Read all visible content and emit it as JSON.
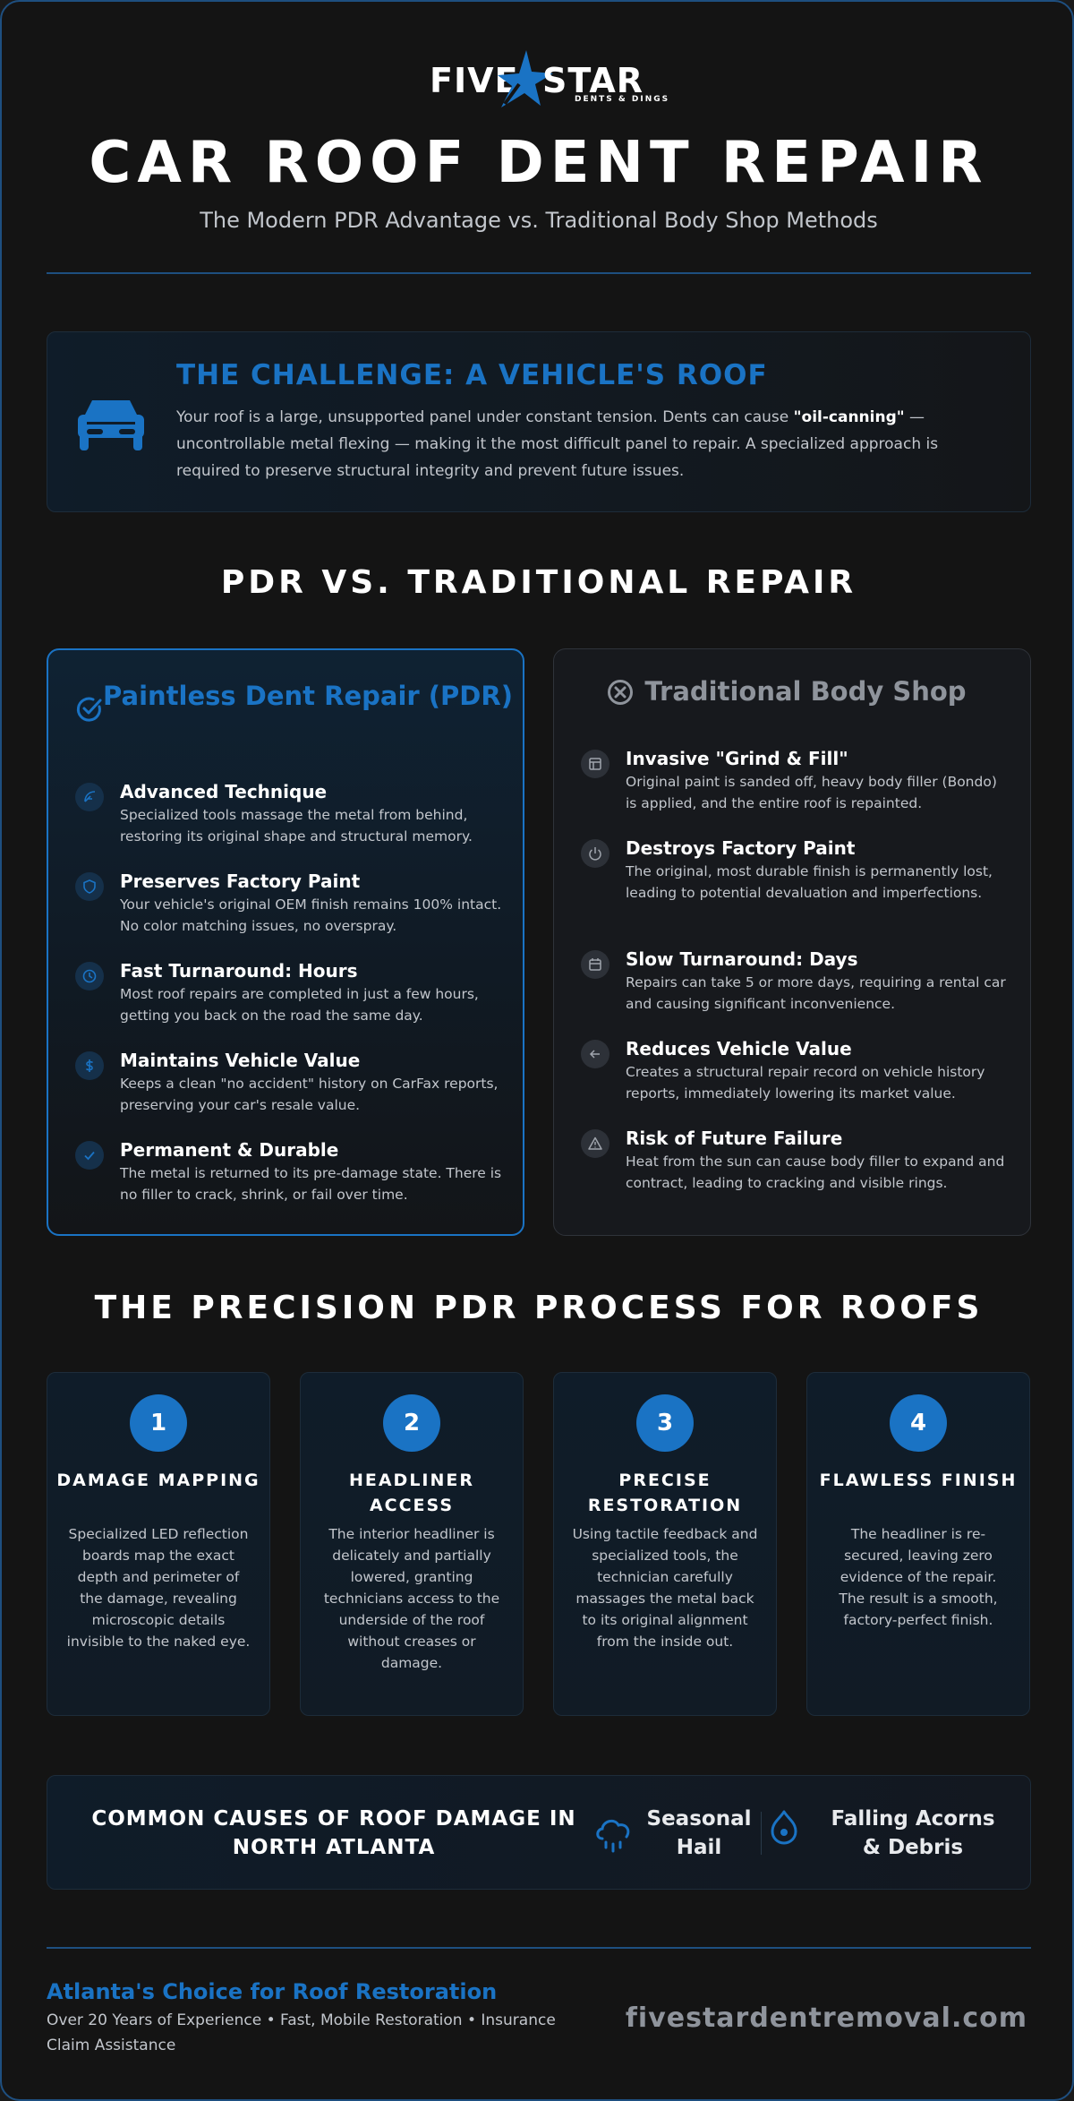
{
  "brand": {
    "logo_left": "FIVE",
    "logo_right": "STAR",
    "logo_tagline": "DENTS & DINGS"
  },
  "header": {
    "title": "CAR ROOF DENT REPAIR",
    "subtitle": "The Modern PDR Advantage vs. Traditional Body Shop Methods"
  },
  "challenge": {
    "icon": "car-icon",
    "title": "THE CHALLENGE: A VEHICLE'S ROOF",
    "text_before": "Your roof is a large, unsupported panel under constant tension. Dents can cause ",
    "text_bold": "\"oil-canning\"",
    "text_after": " — uncontrollable metal flexing — making it the most difficult panel to repair. A specialized approach is required to preserve structural integrity and prevent future issues."
  },
  "comparison": {
    "title": "PDR VS. TRADITIONAL REPAIR",
    "pdr": {
      "heading": "Paintless Dent Repair (PDR)",
      "icon": "check-circle-icon",
      "items": [
        {
          "icon": "feather-icon",
          "title": "Advanced Technique",
          "text": "Specialized tools massage the metal from behind, restoring its original shape and structural memory."
        },
        {
          "icon": "shield-icon",
          "title": "Preserves Factory Paint",
          "text": "Your vehicle's original OEM finish remains 100% intact. No color matching issues, no overspray."
        },
        {
          "icon": "clock-icon",
          "title": "Fast Turnaround: Hours",
          "text": "Most roof repairs are completed in just a few hours, getting you back on the road the same day."
        },
        {
          "icon": "dollar-icon",
          "title": "Maintains Vehicle Value",
          "text": "Keeps a clean \"no accident\" history on CarFax reports, preserving your car's resale value."
        },
        {
          "icon": "check-icon",
          "title": "Permanent & Durable",
          "text": "The metal is returned to its pre-damage state. There is no filler to crack, shrink, or fail over time."
        }
      ]
    },
    "traditional": {
      "heading": "Traditional Body Shop",
      "icon": "x-circle-icon",
      "items": [
        {
          "icon": "layout-icon",
          "title": "Invasive \"Grind & Fill\"",
          "text": "Original paint is sanded off, heavy body filler (Bondo) is applied, and the entire roof is repainted."
        },
        {
          "icon": "power-icon",
          "title": "Destroys Factory Paint",
          "text": "The original, most durable finish is permanently lost, leading to potential devaluation and imperfections."
        },
        {
          "icon": "calendar-icon",
          "title": "Slow Turnaround: Days",
          "text": "Repairs can take 5 or more days, requiring a rental car and causing significant inconvenience."
        },
        {
          "icon": "arrow-left-icon",
          "title": "Reduces Vehicle Value",
          "text": "Creates a structural repair record on vehicle history reports, immediately lowering its market value."
        },
        {
          "icon": "warning-icon",
          "title": "Risk of Future Failure",
          "text": "Heat from the sun can cause body filler to expand and contract, leading to cracking and visible rings."
        }
      ]
    }
  },
  "process": {
    "title": "THE PRECISION PDR PROCESS FOR ROOFS",
    "steps": [
      {
        "num": "1",
        "title": "DAMAGE MAPPING",
        "text": "Specialized LED reflection boards map the exact depth and perimeter of the damage, revealing microscopic details invisible to the naked eye."
      },
      {
        "num": "2",
        "title": "HEADLINER ACCESS",
        "text": "The interior headliner is delicately and partially lowered, granting technicians access to the underside of the roof without creases or damage."
      },
      {
        "num": "3",
        "title": "PRECISE RESTORATION",
        "text": "Using tactile feedback and specialized tools, the technician carefully massages the metal back to its original alignment from the inside out."
      },
      {
        "num": "4",
        "title": "FLAWLESS FINISH",
        "text": "The headliner is re-secured, leaving zero evidence of the repair. The result is a smooth, factory-perfect finish."
      }
    ]
  },
  "causes": {
    "title": "COMMON CAUSES OF ROOF DAMAGE IN NORTH ATLANTA",
    "items": [
      {
        "icon": "hail-cloud-icon",
        "label": "Seasonal Hail"
      },
      {
        "icon": "acorn-icon",
        "label": "Falling Acorns & Debris"
      }
    ]
  },
  "footer": {
    "title": "Atlanta's Choice for Roof Restoration",
    "text": "Over 20 Years of Experience • Fast, Mobile Restoration • Insurance Claim Assistance",
    "url": "fivestardentremoval.com"
  },
  "colors": {
    "accent": "#1a73c4",
    "background": "#141414",
    "muted": "#8f949c"
  }
}
